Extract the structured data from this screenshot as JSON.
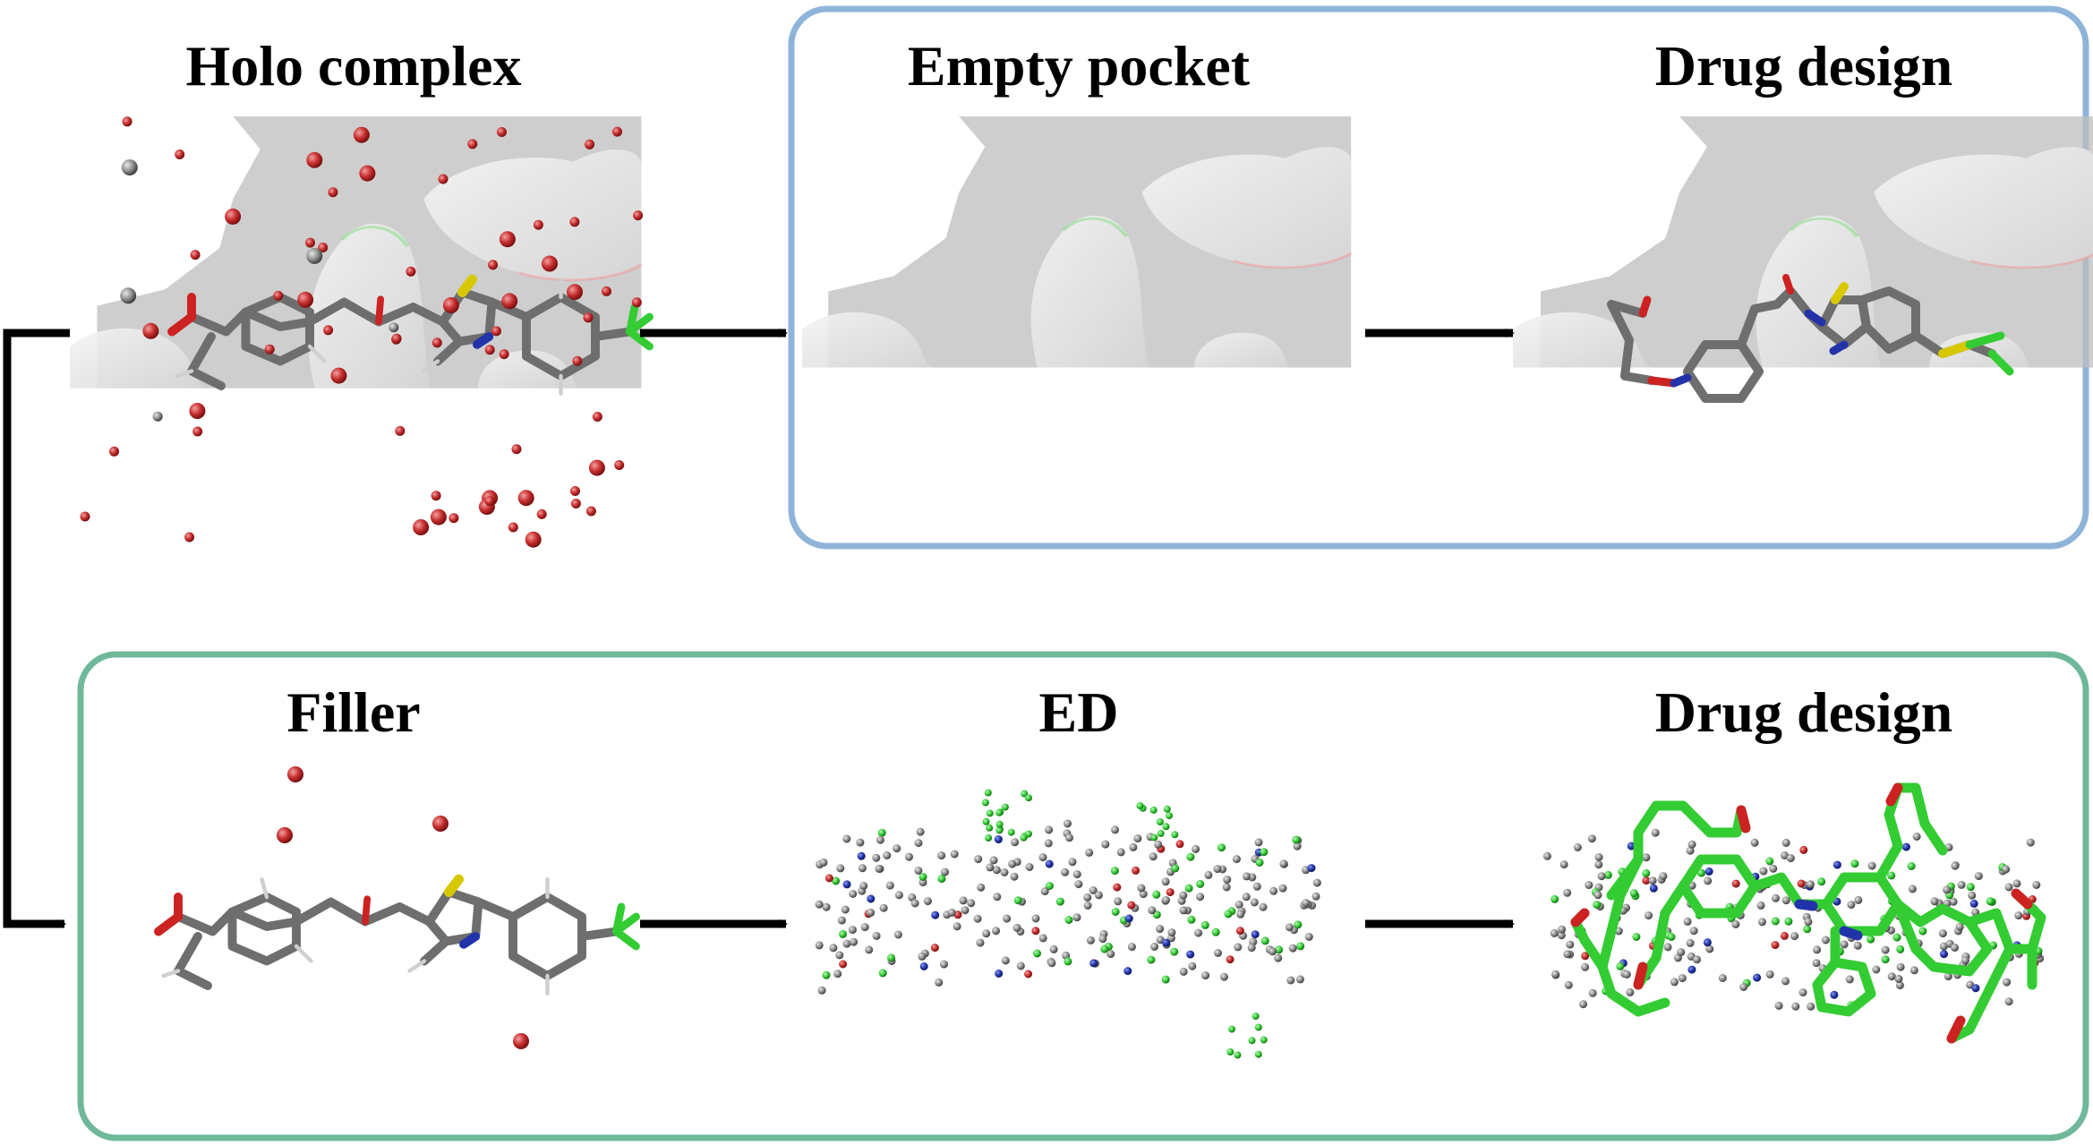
{
  "titles": {
    "holo_complex": "Holo complex",
    "empty_pocket": "Empty pocket",
    "drug_design_top": "Drug design",
    "filler": "Filler",
    "ed": "ED",
    "drug_design_bottom": "Drug design"
  },
  "colors": {
    "top_box_border": "#8fb4d9",
    "bottom_box_border": "#6fb89a",
    "arrow": "#000000",
    "surface_fill": "#cccccc",
    "surface_dark": "#b0b0b0",
    "carbon_grey": "#707070",
    "oxygen_red": "#cc2222",
    "nitrogen_blue": "#2233aa",
    "sulfur_yellow": "#d8c800",
    "fluorine_green": "#33cc33",
    "ligand_green": "#33cc33",
    "water_red": "#c83030"
  },
  "icons": {
    "arrow": "right-arrow-icon",
    "protein_surface": "protein-surface-icon",
    "ligand": "ligand-molecule-icon",
    "water": "water-molecule-icon",
    "density_point": "electron-density-point-icon"
  }
}
